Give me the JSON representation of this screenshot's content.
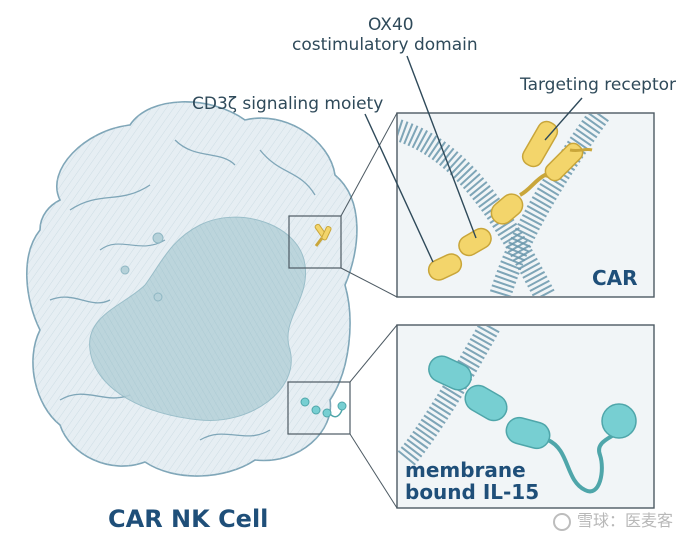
{
  "labels": {
    "ox40_line1": "OX40",
    "ox40_line2": "costimulatory domain",
    "targeting_receptor": "Targeting receptor",
    "cd3_signaling": "CD3ζ signaling moiety",
    "car_box": "CAR",
    "il15_line1": "membrane",
    "il15_line2": "bound IL-15",
    "cell_title": "CAR NK Cell"
  },
  "watermark": {
    "text": "雪球：医麦客"
  },
  "colors": {
    "car_yellow": "#f3d56b",
    "car_outline": "#c9a63a",
    "membrane_blue": "#6a97ab",
    "il15_teal": "#77cfd2",
    "cell_fill": "#dfe9ef",
    "nucleus_fill": "#aacbd4",
    "title_blue": "#1f4f79"
  }
}
